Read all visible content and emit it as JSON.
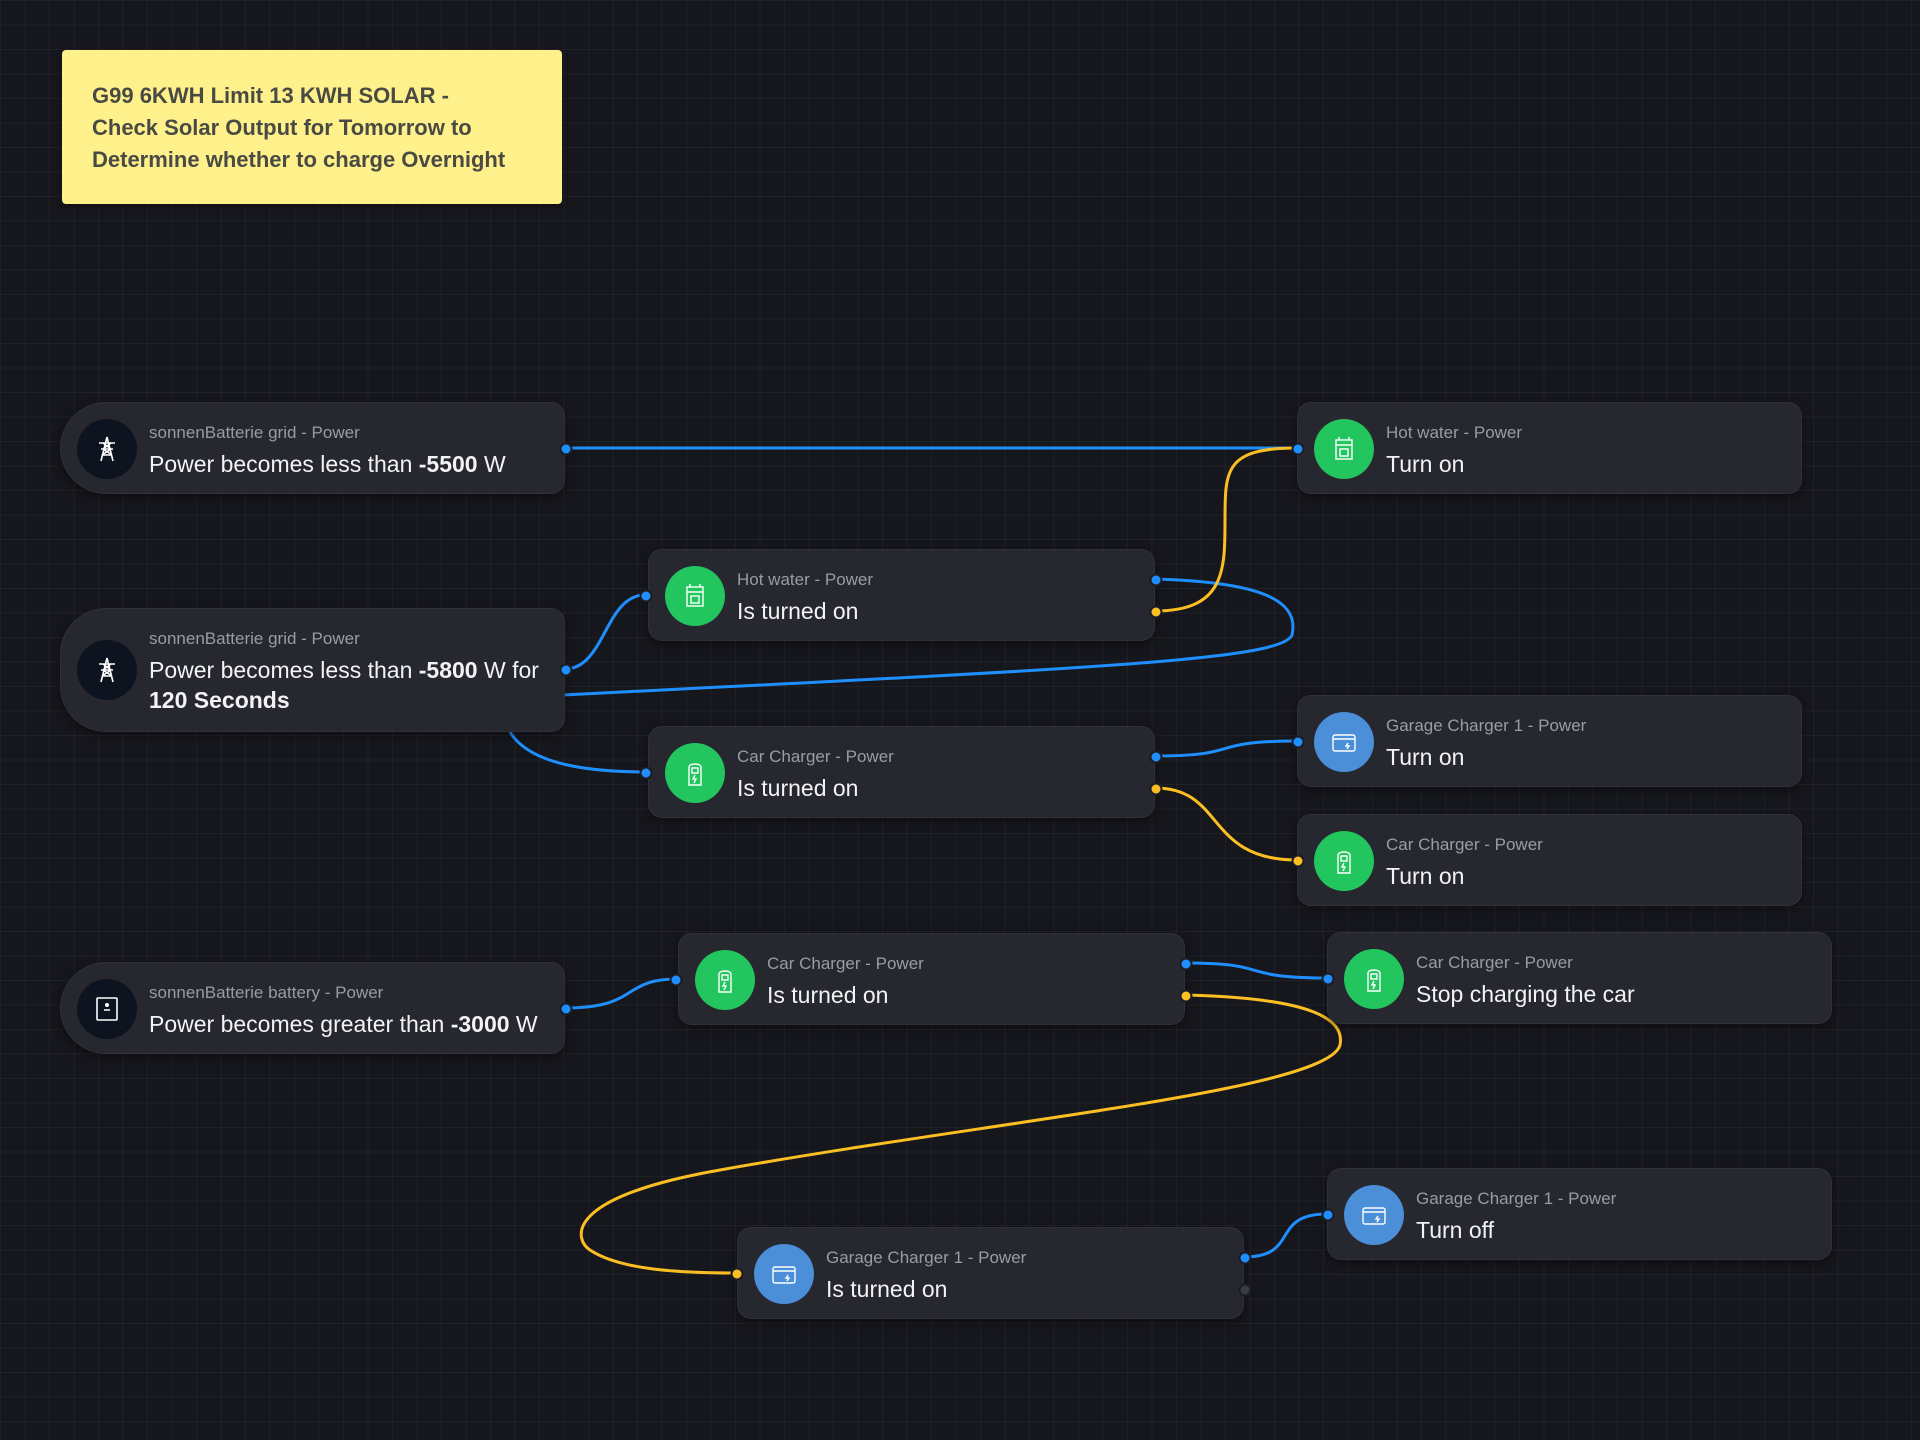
{
  "note": {
    "line1": "G99 6KWH Limit 13 KWH SOLAR -",
    "line2": "Check Solar Output for Tomorrow to",
    "line3": "Determine whether to charge Overnight"
  },
  "cards": {
    "grid_trigger_1": {
      "subtitle": "sonnenBatterie grid - Power",
      "title_pre": "Power becomes less than ",
      "title_value": "-5500",
      "title_post": " W",
      "icon": "power-pylon-icon"
    },
    "grid_trigger_2": {
      "subtitle": "sonnenBatterie grid - Power",
      "title_pre": "Power becomes less than ",
      "title_value": "-5800",
      "title_post": " W for ",
      "title_value2": "120 Seconds",
      "icon": "power-pylon-icon"
    },
    "battery_trigger": {
      "subtitle": "sonnenBatterie battery - Power",
      "title_pre": "Power becomes greater than ",
      "title_value": "-3000",
      "title_post": " W",
      "icon": "battery-box-icon"
    },
    "hotwater_cond": {
      "subtitle": "Hot water - Power",
      "title": "Is turned on",
      "icon": "water-heater-icon"
    },
    "carcharger_cond_1": {
      "subtitle": "Car Charger - Power",
      "title": "Is turned on",
      "icon": "ev-charger-icon"
    },
    "carcharger_cond_2": {
      "subtitle": "Car Charger - Power",
      "title": "Is turned on",
      "icon": "ev-charger-icon"
    },
    "garage_cond": {
      "subtitle": "Garage Charger 1 - Power",
      "title": "Is turned on",
      "icon": "garage-charger-icon"
    },
    "hotwater_action": {
      "subtitle": "Hot water - Power",
      "title": "Turn on",
      "icon": "water-heater-icon"
    },
    "garage_action_on": {
      "subtitle": "Garage Charger 1 - Power",
      "title": "Turn on",
      "icon": "garage-charger-icon"
    },
    "carcharger_action_on": {
      "subtitle": "Car Charger - Power",
      "title": "Turn on",
      "icon": "ev-charger-icon"
    },
    "carcharger_action_stop": {
      "subtitle": "Car Charger - Power",
      "title": "Stop charging the car",
      "icon": "ev-charger-icon"
    },
    "garage_action_off": {
      "subtitle": "Garage Charger 1 - Power",
      "title": "Turn off",
      "icon": "garage-charger-icon"
    }
  },
  "colors": {
    "true_wire": "#1f8fff",
    "false_wire": "#fbbf24",
    "note_bg": "#fef08a",
    "card_bg": "#26272f",
    "green_icon": "#22c55e",
    "blue_icon": "#4a8fd8"
  }
}
